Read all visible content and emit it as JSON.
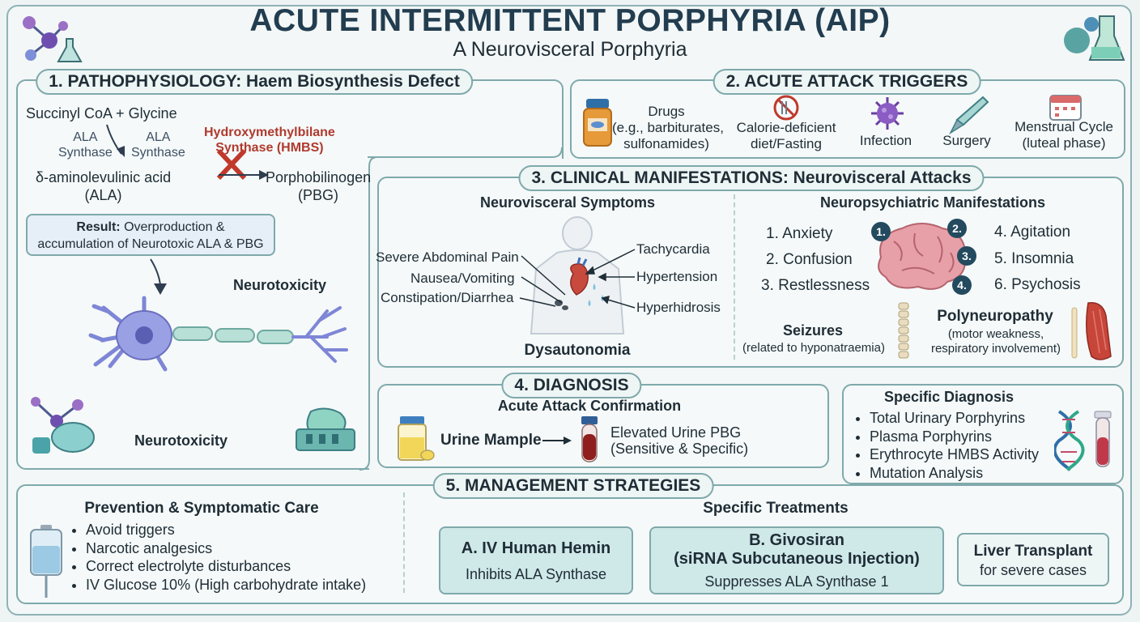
{
  "header": {
    "title": "ACUTE INTERMITTENT PORPHYRIA (AIP)",
    "subtitle": "A Neurovisceral Porphyria"
  },
  "pathophysiology": {
    "heading": "1. PATHOPHYSIOLOGY: Haem Biosynthesis Defect",
    "substrates": "Succinyl CoA + Glycine",
    "enzyme_a_line1": "ALA",
    "enzyme_a_line2": "Synthase",
    "enzyme_b_line1": "ALA",
    "enzyme_b_line2": "Synthase",
    "blocked_enzyme_line1": "Hydroxymethylbilane",
    "blocked_enzyme_line2": "Synthase (HMBS)",
    "ala_line1": "δ-aminolevulinic acid",
    "ala_line2": "(ALA)",
    "pbg_line1": "Porphobilinogen",
    "pbg_line2": "(PBG)",
    "result_label": "Result:",
    "result_text_1": " Overproduction &",
    "result_text_2": "accumulation of Neurotoxic ALA & PBG",
    "neurotoxicity_1": "Neurotoxicity",
    "neurotoxicity_2": "Neurotoxicity"
  },
  "triggers": {
    "heading": "2. ACUTE ATTACK TRIGGERS",
    "items": [
      {
        "line1": "Drugs",
        "line2": "(e.g., barbiturates,",
        "line3": "sulfonamides)"
      },
      {
        "line1": "Calorie-deficient",
        "line2": "diet/Fasting"
      },
      {
        "line1": "Infection"
      },
      {
        "line1": "Surgery"
      },
      {
        "line1": "Menstrual Cycle",
        "line2": "(luteal phase)"
      }
    ]
  },
  "clinical": {
    "heading": "3. CLINICAL MANIFESTATIONS: Neurovisceral Attacks",
    "neurovisceral_heading": "Neurovisceral Symptoms",
    "left_symptoms": [
      "Severe Abdominal Pain",
      "Nausea/Vomiting",
      "Constipation/Diarrhea"
    ],
    "right_symptoms": [
      "Tachycardia",
      "Hypertension",
      "Hyperhidrosis"
    ],
    "dysautonomia": "Dysautonomia",
    "neuropsych_heading": "Neuropsychiatric Manifestations",
    "psych_left": [
      "1. Anxiety",
      "2. Confusion",
      "3. Restlessness"
    ],
    "psych_right": [
      "4. Agitation",
      "5. Insomnia",
      "6. Psychosis"
    ],
    "brain_markers": [
      "1.",
      "2.",
      "3.",
      "4."
    ],
    "seizures_title": "Seizures",
    "seizures_note": "(related to hyponatraemia)",
    "polyneuropathy_title": "Polyneuropathy",
    "polyneuropathy_note_1": "(motor weakness,",
    "polyneuropathy_note_2": "respiratory involvement)"
  },
  "diagnosis": {
    "heading": "4. DIAGNOSIS",
    "acute_heading": "Acute Attack Confirmation",
    "sample_label": "Urine Mample",
    "result_line1": "Elevated Urine PBG",
    "result_line2": "(Sensitive & Specific)",
    "specific_heading": "Specific Diagnosis",
    "specific_items": [
      "Total Urinary Porphyrins",
      "Plasma Porphyrins",
      "Erythrocyte HMBS Activity",
      "Mutation Analysis"
    ]
  },
  "management": {
    "heading": "5. MANAGEMENT STRATEGIES",
    "prevention_heading": "Prevention & Symptomatic Care",
    "prevention_items": [
      "Avoid triggers",
      "Narcotic analgesics",
      "Correct electrolyte disturbances",
      "IV Glucose 10% (High carbohydrate intake)"
    ],
    "specific_heading": "Specific Treatments",
    "treatment_a_title": "A. IV Human Hemin",
    "treatment_a_text": "Inhibits ALA Synthase",
    "treatment_b_title_1": "B. Givosiran",
    "treatment_b_title_2": "(siRNA Subcutaneous Injection)",
    "treatment_b_text": "Suppresses ALA Synthase 1",
    "treatment_c_title": "Liver Transplant",
    "treatment_c_text": "for severe cases"
  },
  "colors": {
    "border": "#7fa9ab",
    "title": "#223d4f",
    "blocked_red": "#b03a2e",
    "treatment_fill": "#cfe8e8",
    "neuron": "#7e86d6"
  }
}
